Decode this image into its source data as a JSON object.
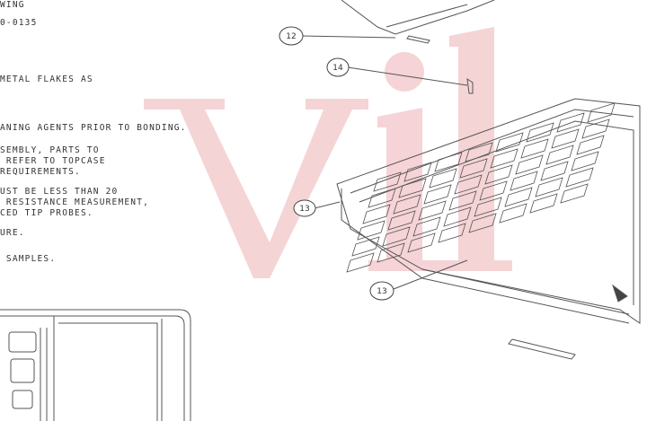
{
  "watermark": "vil",
  "notes": [
    "WING",
    "0-0135",
    "METAL FLAKES AS",
    "ANING AGENTS PRIOR TO BONDING.",
    "SEMBLY, PARTS TO",
    " REFER TO TOPCASE",
    "REQUIREMENTS.",
    "UST BE LESS THAN 20",
    " RESISTANCE MEASUREMENT,",
    "CED TIP PROBES.",
    "URE.",
    " SAMPLES."
  ],
  "callouts": [
    "12",
    "14",
    "13",
    "13"
  ],
  "colors": {
    "line": "#555555",
    "watermark": "#f3c9cc"
  }
}
